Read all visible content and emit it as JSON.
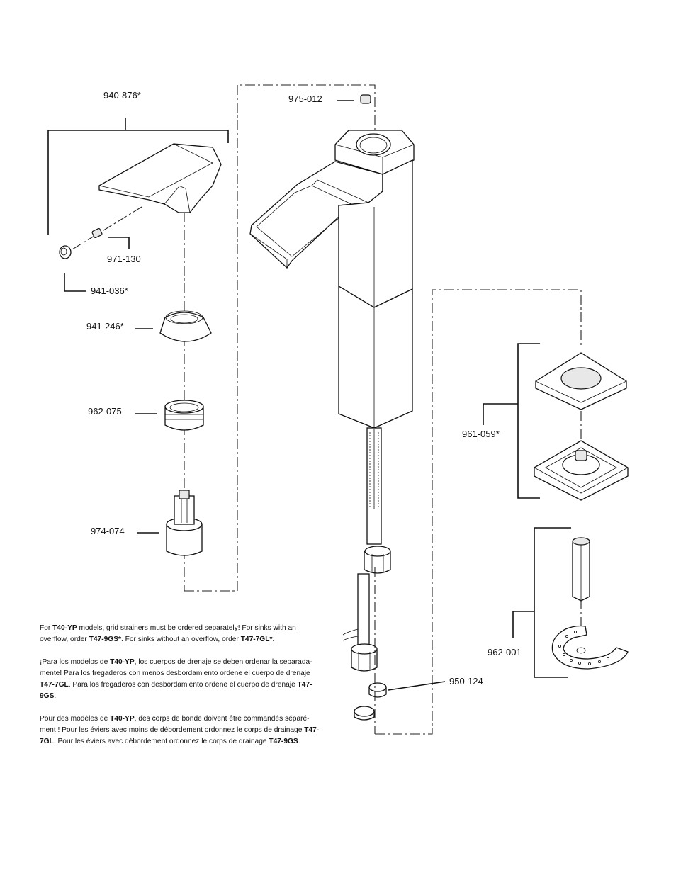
{
  "parts": {
    "handle": "940-876*",
    "setscrew": "971-130",
    "button": "941-036*",
    "bonnet": "941-246*",
    "nut": "962-075",
    "cartridge": "974-074",
    "aerator": "975-012",
    "baseplate": "961-059*",
    "mounting": "962-001",
    "drainstopper": "950-124"
  },
  "notes": {
    "en": {
      "t1": "For ",
      "b1": "T40-YP",
      "t2": " models, grid strainers must be ordered separately!  For sinks with an overflow, order ",
      "b2": "T47-9GS*",
      "t3": ".  For  sinks without an overflow, order ",
      "b3": "T47-7GL*",
      "t4": "."
    },
    "es": {
      "t1": "¡Para los modelos de ",
      "b1": "T40-YP",
      "t2": ", los cuerpos de drenaje se deben ordenar la separada-mente!  Para los fregaderos con menos desbordamiento ordene el cuerpo de drenaje ",
      "b2": "T47-7GL",
      "t3": ".  Para los fregaderos con desbordamiento ordene el cuerpo de drenaje ",
      "b3": "T47-9GS",
      "t4": "."
    },
    "fr": {
      "t1": "Pour des modèles de ",
      "b1": "T40-YP",
      "t2": ", des corps de bonde doivent être commandés séparé-ment !  Pour les éviers avec moins de débordement ordonnez le corps de drainage ",
      "b2": "T47-7GL",
      "t3": ". Pour les éviers avec débordement ordonnez le corps de drainage ",
      "b3": "T47-9GS",
      "t4": "."
    }
  }
}
